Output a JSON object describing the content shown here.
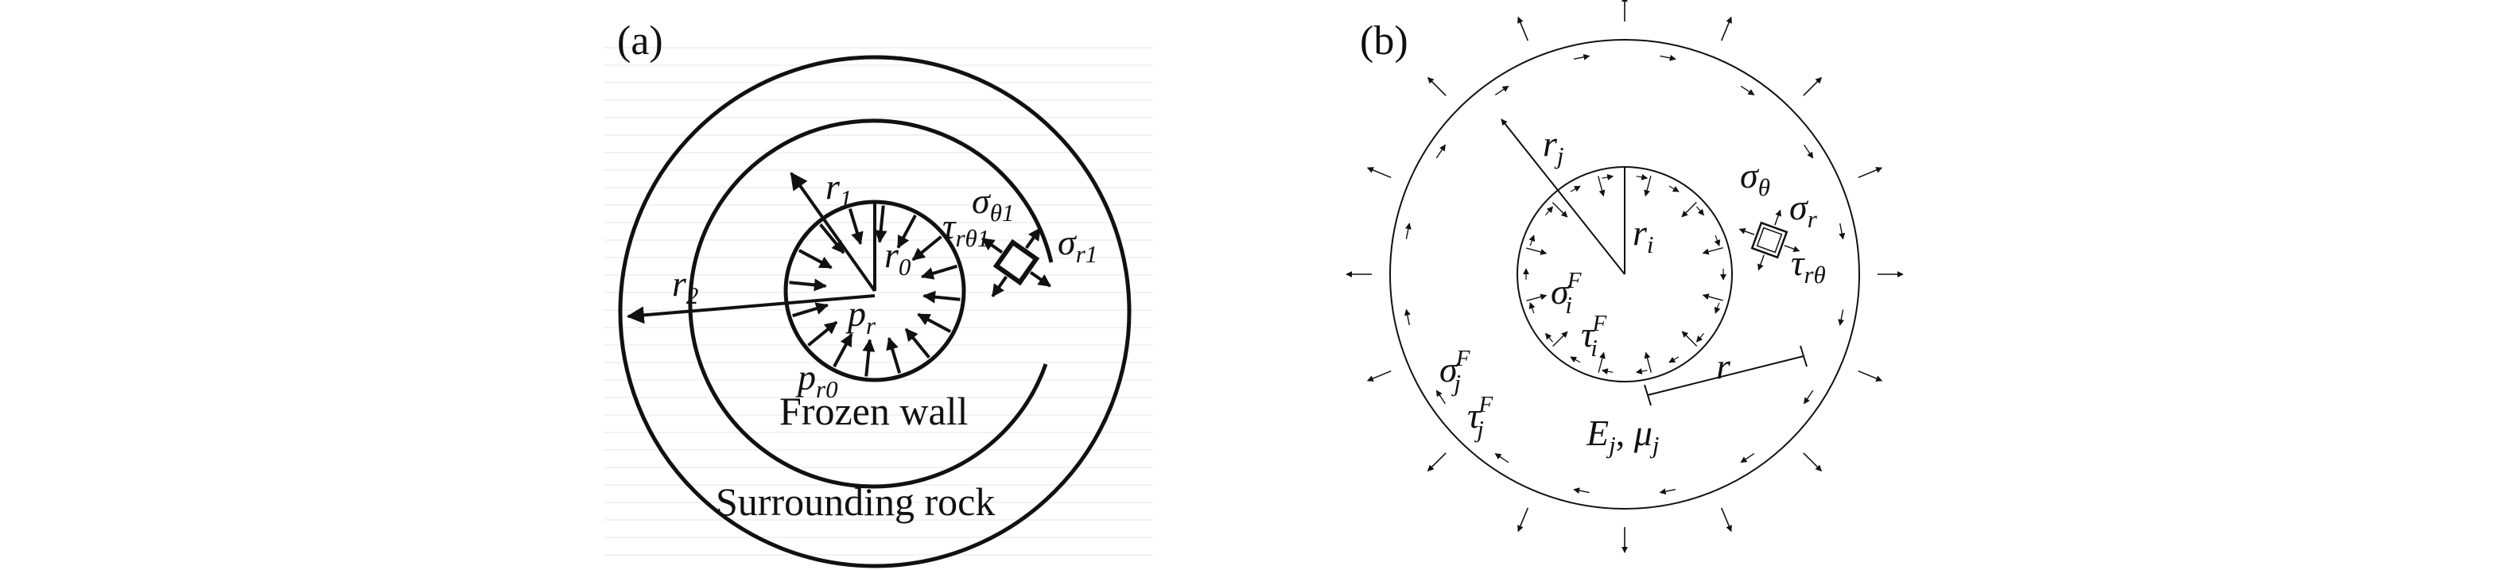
{
  "panel_a": {
    "label": "(a)",
    "symbols": {
      "r1": {
        "main": "r",
        "sub": "1"
      },
      "r2": {
        "main": "r",
        "sub": "2"
      },
      "r0": {
        "main": "r",
        "sub": "0"
      },
      "pr": {
        "main": "p",
        "sub": "r"
      },
      "pr0": {
        "main": "p",
        "sub": "r0"
      },
      "sigma_theta1": {
        "main": "σ",
        "sub": "θ1"
      },
      "tau_rtheta1": {
        "main": "τ",
        "sub": "rθ1"
      },
      "sigma_r1": {
        "main": "σ",
        "sub": "r1"
      }
    },
    "regions": {
      "frozen_wall": "Frozen wall",
      "surrounding_rock": "Surrounding rock"
    }
  },
  "panel_b": {
    "label": "(b)",
    "symbols": {
      "rj": {
        "main": "r",
        "sub": "j"
      },
      "ri": {
        "main": "r",
        "sub": "i"
      },
      "r": {
        "main": "r"
      },
      "sigma_theta": {
        "main": "σ",
        "sub": "θ"
      },
      "sigma_r": {
        "main": "σ",
        "sub": "r"
      },
      "tau_rtheta": {
        "main": "τ",
        "sub": "rθ"
      },
      "sigma_iF": {
        "main": "σ",
        "sub": "i",
        "sup": "F"
      },
      "tau_iF": {
        "main": "τ",
        "sub": "i",
        "sup": "F"
      },
      "sigma_jF": {
        "main": "σ",
        "sub": "j",
        "sup": "F"
      },
      "tau_jF": {
        "main": "τ",
        "sub": "j",
        "sup": "F"
      },
      "Ej_mu_j": {
        "E": "E",
        "E_sub": "j",
        "sep": ", ",
        "mu": "μ",
        "mu_sub": "j"
      }
    }
  },
  "colors": {
    "ink": "#111111",
    "grid": "#e4e4e4"
  }
}
